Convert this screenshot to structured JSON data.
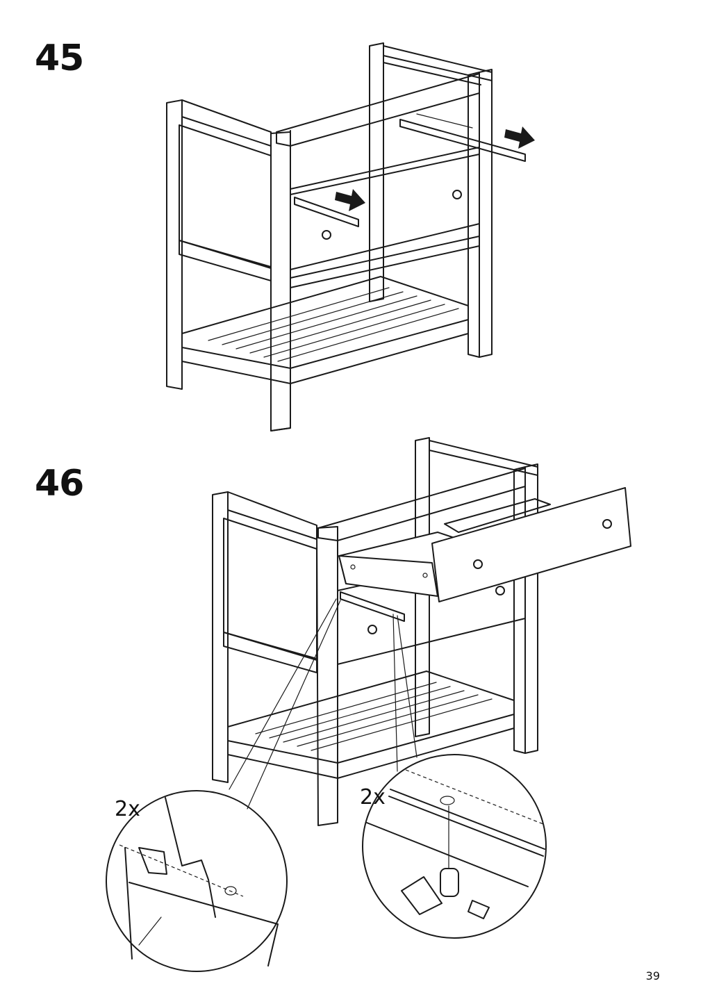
{
  "steps": [
    {
      "number": "45"
    },
    {
      "number": "46"
    }
  ],
  "callouts": {
    "left_quantity": "2x",
    "right_quantity": "2x"
  },
  "page": {
    "number": "39"
  },
  "colors": {
    "line": "#1a1a1a",
    "background": "#ffffff",
    "arrow": "#1a1a1a"
  },
  "icons": [
    "push-arrow-icon",
    "drawer-knob-icon"
  ]
}
